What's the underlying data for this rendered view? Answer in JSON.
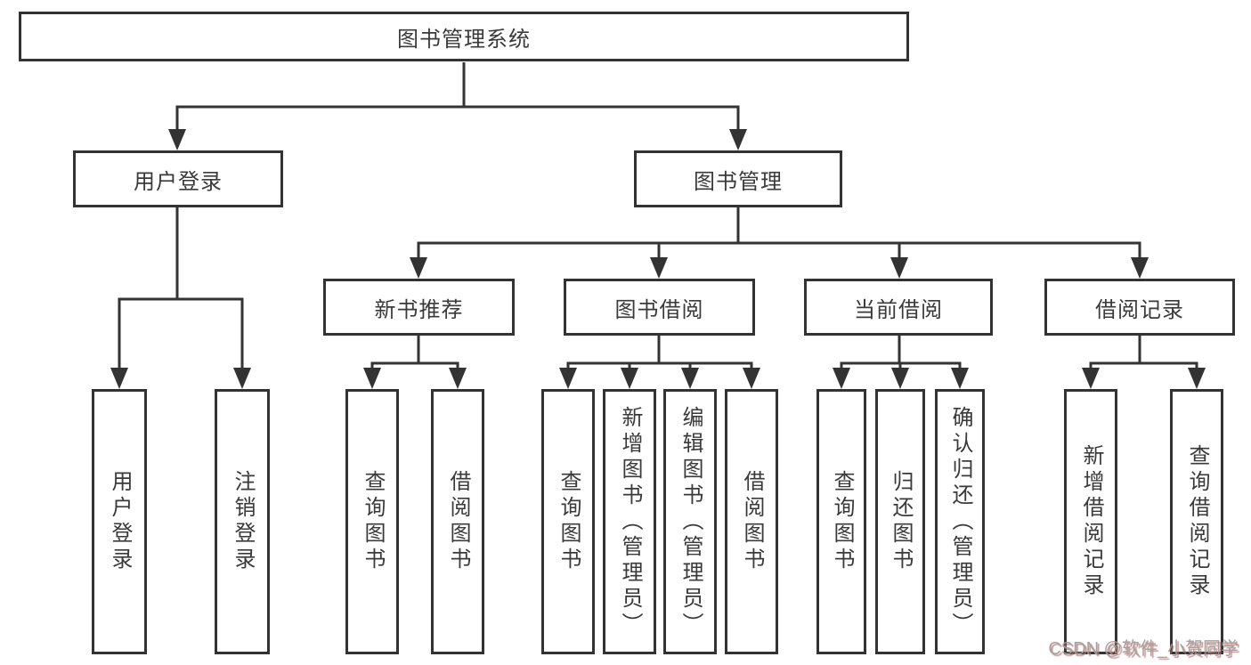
{
  "tree": {
    "root": {
      "label": "图书管理系统",
      "children": [
        {
          "label": "用户登录",
          "children": [
            {
              "label": "用户登录"
            },
            {
              "label": "注销登录"
            }
          ]
        },
        {
          "label": "图书管理",
          "children": [
            {
              "label": "新书推荐",
              "children": [
                {
                  "label": "查询图书"
                },
                {
                  "label": "借阅图书"
                }
              ]
            },
            {
              "label": "图书借阅",
              "children": [
                {
                  "label": "查询图书"
                },
                {
                  "label": "新增图书（管理员）"
                },
                {
                  "label": "编辑图书（管理员）"
                },
                {
                  "label": "借阅图书"
                }
              ]
            },
            {
              "label": "当前借阅",
              "children": [
                {
                  "label": "查询图书"
                },
                {
                  "label": "归还图书"
                },
                {
                  "label": "确认归还（管理员）"
                }
              ]
            },
            {
              "label": "借阅记录",
              "children": [
                {
                  "label": "新增借阅记录"
                },
                {
                  "label": "查询借阅记录"
                }
              ]
            }
          ]
        }
      ]
    }
  },
  "watermark": "CSDN @软件_小贺同学",
  "colors": {
    "line": "#333333",
    "text": "#3a3a3a",
    "background": "#ffffff",
    "watermark": "#9e9e9e",
    "watermark_shadow": "#c0706a"
  }
}
